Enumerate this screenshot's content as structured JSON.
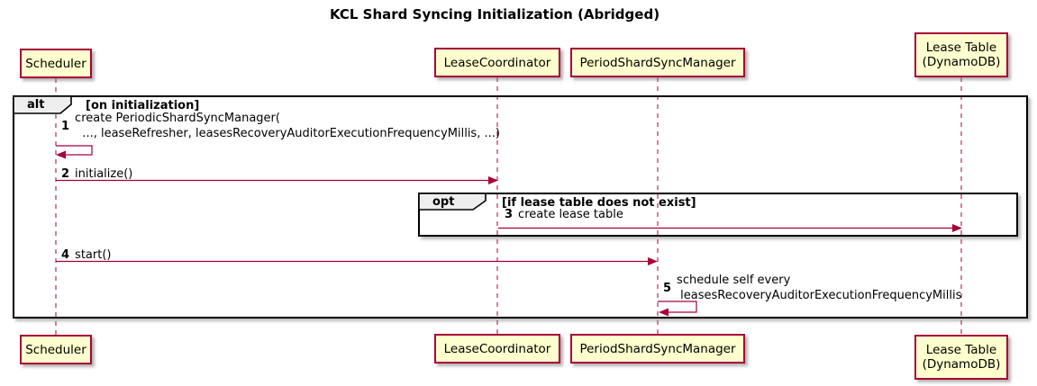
{
  "title": "KCL Shard Syncing Initialization (Abridged)",
  "colors": {
    "participant_fill": "#FEFECE",
    "participant_border": "#A80036",
    "lifeline": "#A80036",
    "arrow": "#A80036",
    "frame_border": "#000000",
    "frame_label_fill": "#EEEEEE"
  },
  "participants": [
    {
      "id": "scheduler",
      "label": "Scheduler"
    },
    {
      "id": "lease-coordinator",
      "label": "LeaseCoordinator"
    },
    {
      "id": "period-shard-sync-manager",
      "label": "PeriodShardSyncManager"
    },
    {
      "id": "lease-table",
      "label": "Lease Table\n(DynamoDB)"
    }
  ],
  "frames": [
    {
      "operator": "alt",
      "guard": "[on initialization]"
    },
    {
      "operator": "opt",
      "guard": "[if lease table does not exist]"
    }
  ],
  "messages": [
    {
      "seq": "1",
      "text": "create PeriodicShardSyncManager(\n  ..., leaseRefresher, leasesRecoveryAuditorExecutionFrequencyMillis, ...)",
      "from": "Scheduler",
      "to": "Scheduler",
      "type": "self"
    },
    {
      "seq": "2",
      "text": "initialize()",
      "from": "Scheduler",
      "to": "LeaseCoordinator",
      "type": "sync"
    },
    {
      "seq": "3",
      "text": "create lease table",
      "from": "LeaseCoordinator",
      "to": "Lease Table (DynamoDB)",
      "type": "sync"
    },
    {
      "seq": "4",
      "text": "start()",
      "from": "Scheduler",
      "to": "PeriodShardSyncManager",
      "type": "sync"
    },
    {
      "seq": "5",
      "text": "schedule self every\n leasesRecoveryAuditorExecutionFrequencyMillis",
      "from": "PeriodShardSyncManager",
      "to": "PeriodShardSyncManager",
      "type": "self"
    }
  ]
}
